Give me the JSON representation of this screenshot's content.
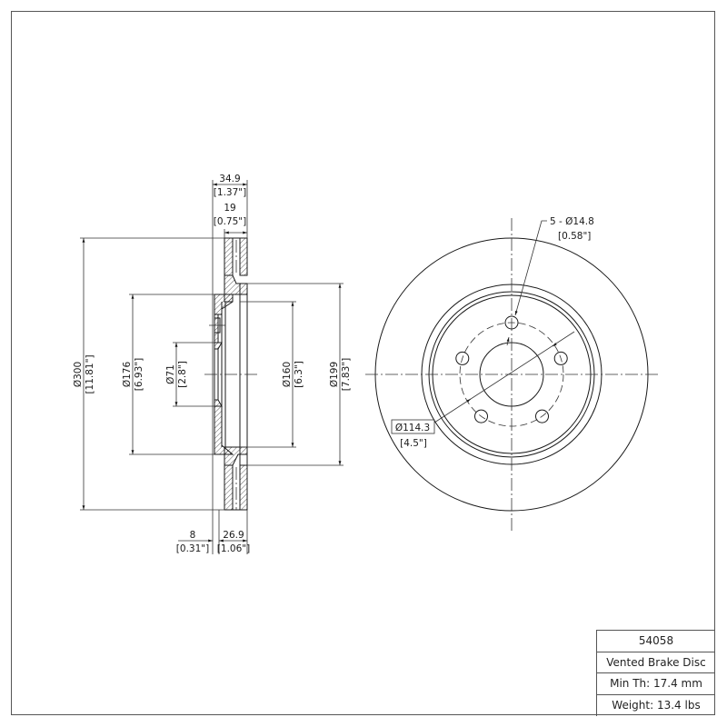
{
  "part": {
    "number": "54058",
    "description": "Vented Brake Disc",
    "min_thickness": "Min Th: 17.4 mm",
    "weight": "Weight: 13.4 lbs"
  },
  "side_view": {
    "overall_width": {
      "mm": "34.9",
      "in": "[1.37\"]"
    },
    "rotor_thickness": {
      "mm": "19",
      "in": "[0.75\"]"
    },
    "hat_offset": {
      "mm": "8",
      "in": "[0.31\"]"
    },
    "hat_depth": {
      "mm": "26.9",
      "in": "[1.06\"]"
    },
    "outer_diameter": {
      "mm": "Ø300",
      "in": "[11.81\"]"
    },
    "hat_diameter": {
      "mm": "Ø176",
      "in": "[6.93\"]"
    },
    "center_bore": {
      "mm": "Ø71",
      "in": "[2.8\"]"
    },
    "inner_hat_diameter": {
      "mm": "Ø160",
      "in": "[6.3\"]"
    },
    "friction_inner_diameter": {
      "mm": "Ø199",
      "in": "[7.83\"]"
    }
  },
  "front_view": {
    "bolt_holes": {
      "mm": "5 - Ø14.8",
      "in": "[0.58\"]"
    },
    "bolt_circle": {
      "mm": "Ø114.3",
      "in": "[4.5\"]"
    }
  },
  "colors": {
    "line": "#1a1a1a",
    "frame": "#555555",
    "background": "#ffffff"
  }
}
